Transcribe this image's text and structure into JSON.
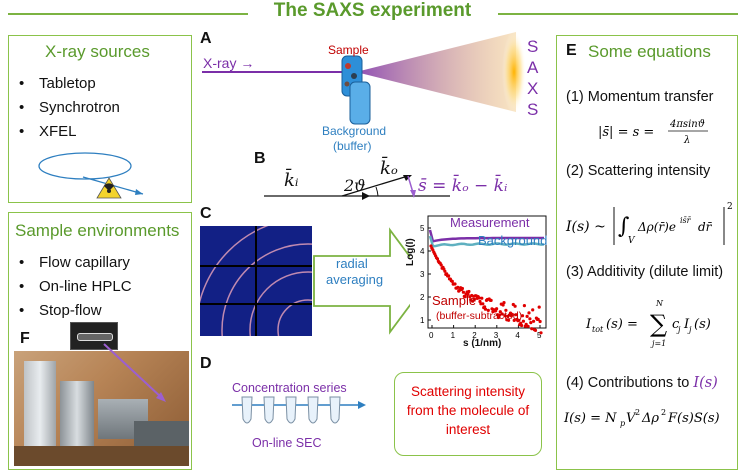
{
  "title": "The SAXS experiment",
  "xray_sources": {
    "heading": "X-ray sources",
    "items": [
      "Tabletop",
      "Synchrotron",
      "XFEL"
    ]
  },
  "sample_env": {
    "heading": "Sample environments",
    "items": [
      "Flow capillary",
      "On-line HPLC",
      "Stop-flow"
    ],
    "panel_f": "F"
  },
  "panel_a": {
    "letter": "A",
    "xray_label": "X-ray →",
    "sample_label": "Sample",
    "background_label": "Background",
    "buffer_label": "(buffer)",
    "saxs_letters": [
      "S",
      "A",
      "X",
      "S"
    ]
  },
  "panel_b": {
    "letter": "B",
    "ki": "k̄ᵢ",
    "two_theta": "2ϑ",
    "ko": "k̄ₒ",
    "s_eq": "s̄ = k̄ₒ − k̄ᵢ"
  },
  "panel_c": {
    "letter": "C",
    "radial": "radial",
    "averaging": "averaging",
    "measurement": "Measurement",
    "background": "Background",
    "sample": "Sample",
    "buffer_sub": "(buffer-subtracted)",
    "ylabel": "Log(I)",
    "xlabel": "s (1/nm)",
    "yticks": [
      "1",
      "2",
      "3",
      "4",
      "5"
    ],
    "xticks": [
      "0",
      "1",
      "2",
      "3",
      "4",
      "5"
    ]
  },
  "panel_d": {
    "letter": "D",
    "concentration": "Concentration series",
    "online_sec": "On-line SEC",
    "result_text": "Scattering intensity from the molecule of interest"
  },
  "equations": {
    "letter": "E",
    "heading": "Some equations",
    "l1": "(1) Momentum transfer",
    "l2": "(2) Scattering intensity",
    "l3": "(3) Additivity (dilute limit)",
    "l4_prefix": "(4) Contributions to ",
    "l4_term": "I(s)"
  },
  "colors": {
    "green": "#5a9a2c",
    "purple": "#7b2fa8",
    "red": "#e00000",
    "blue": "#2e7fc0",
    "teal": "#5fb0c0"
  }
}
